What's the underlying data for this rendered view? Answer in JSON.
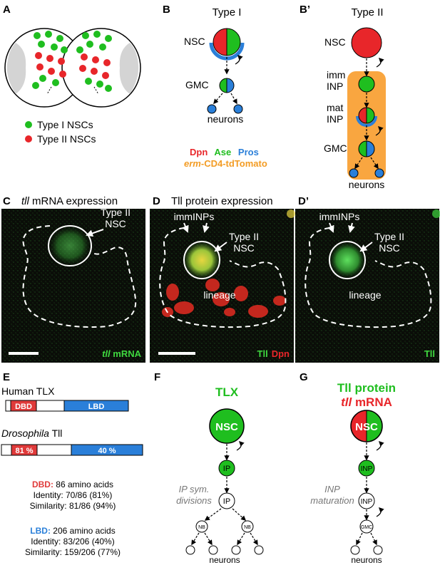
{
  "colors": {
    "dpn_red": "#e8262a",
    "ase_green": "#1fbe1f",
    "pros_blue": "#2a7fd9",
    "tdtomato_orange": "#f9a640",
    "lbd_blue": "#2a7fd9",
    "dbd_red": "#e03a3a",
    "micro_bg": "#0a0d08",
    "micro_green": "#3fd83f",
    "micro_red": "#d42a20"
  },
  "panelA": {
    "label": "A",
    "legend_type1": "Type I NSCs",
    "legend_type2": "Type II NSCs"
  },
  "panelB": {
    "label": "B",
    "title": "Type I",
    "nsc": "NSC",
    "gmc": "GMC",
    "neurons": "neurons",
    "legend_dpn": "Dpn",
    "legend_ase": "Ase",
    "legend_pros": "Pros",
    "legend_erm_italic": "erm",
    "legend_erm_rest": "-CD4-tdTomato"
  },
  "panelB2": {
    "label": "B’",
    "title": "Type II",
    "nsc": "NSC",
    "imm_line1": "imm",
    "imm_line2": "INP",
    "mat_line1": "mat",
    "mat_line2": "INP",
    "gmc": "GMC",
    "neurons": "neurons"
  },
  "panelC": {
    "label": "C",
    "title_italic": "tll",
    "title_rest": " mRNA expression",
    "annot_line1": "Type II",
    "annot_line2": "NSC",
    "corner_italic": "tll",
    "corner_rest": " mRNA"
  },
  "panelD": {
    "label": "D",
    "title": "Tll protein expression",
    "imm": "immINPs",
    "annot_line1": "Type II",
    "annot_line2": "NSC",
    "lineage": "lineage",
    "corner_tll": "Tll",
    "corner_dpn": "Dpn"
  },
  "panelD2": {
    "label": "D’",
    "imm": "immINPs",
    "annot_line1": "Type II",
    "annot_line2": "NSC",
    "lineage": "lineage",
    "corner_tll": "Tll"
  },
  "panelE": {
    "label": "E",
    "human_label": "Human TLX",
    "human_dbd": "DBD",
    "human_lbd": "LBD",
    "dros_italic": "Drosophila",
    "dros_rest": " Tll",
    "dros_dbd_pct": "81 %",
    "dros_lbd_pct": "40 %",
    "dbd_head": "DBD:",
    "dbd_head_rest": " 86 amino acids",
    "dbd_identity": "Identity: 70/86 (81%)",
    "dbd_similarity": "Similarity: 81/86 (94%)",
    "lbd_head": "LBD:",
    "lbd_head_rest": " 206 amino acids",
    "lbd_identity": "Identity: 83/206 (40%)",
    "lbd_similarity": "Similarity: 159/206 (77%)"
  },
  "panelF": {
    "label": "F",
    "title": "TLX",
    "nsc": "NSC",
    "ip1": "IP",
    "side_line1": "IP sym.",
    "side_line2": "divisions",
    "ip2": "IP",
    "nb1": "NB",
    "nb2": "NB",
    "neurons": "neurons"
  },
  "panelG": {
    "label": "G",
    "title_line1": "Tll protein",
    "title_line2_italic": "tll",
    "title_line2_rest": " mRNA",
    "nsc": "NSC",
    "inp1": "INP",
    "side_line1": "INP",
    "side_line2": "maturation",
    "inp2": "INP",
    "gmc": "GMC",
    "neurons": "neurons"
  }
}
